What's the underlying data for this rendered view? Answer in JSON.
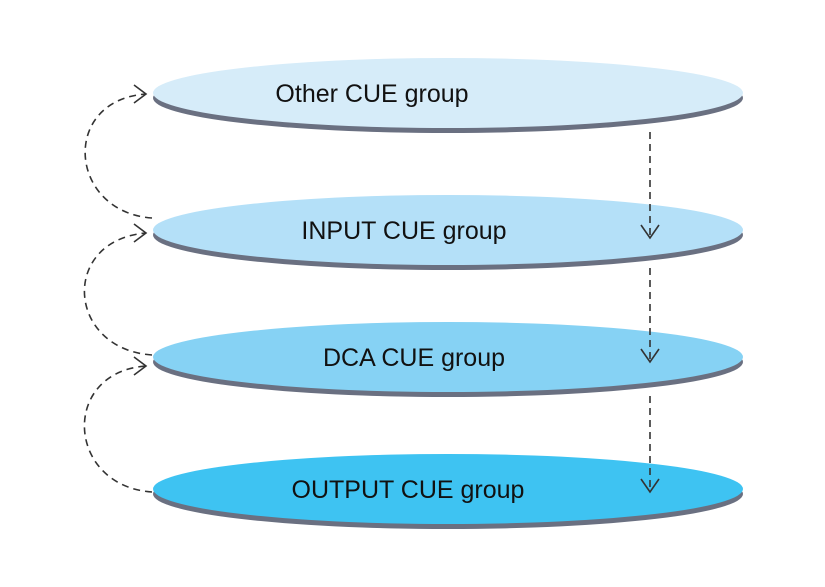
{
  "diagram": {
    "groups": [
      {
        "label": "Other CUE group",
        "fill": "#d6ecf9"
      },
      {
        "label": "INPUT CUE group",
        "fill": "#b4e0f8"
      },
      {
        "label": "DCA CUE group",
        "fill": "#86d2f4"
      },
      {
        "label": "OUTPUT CUE group",
        "fill": "#3ec3f2"
      }
    ],
    "shadow_color": "#6a7081",
    "edge_color": "#333333"
  }
}
